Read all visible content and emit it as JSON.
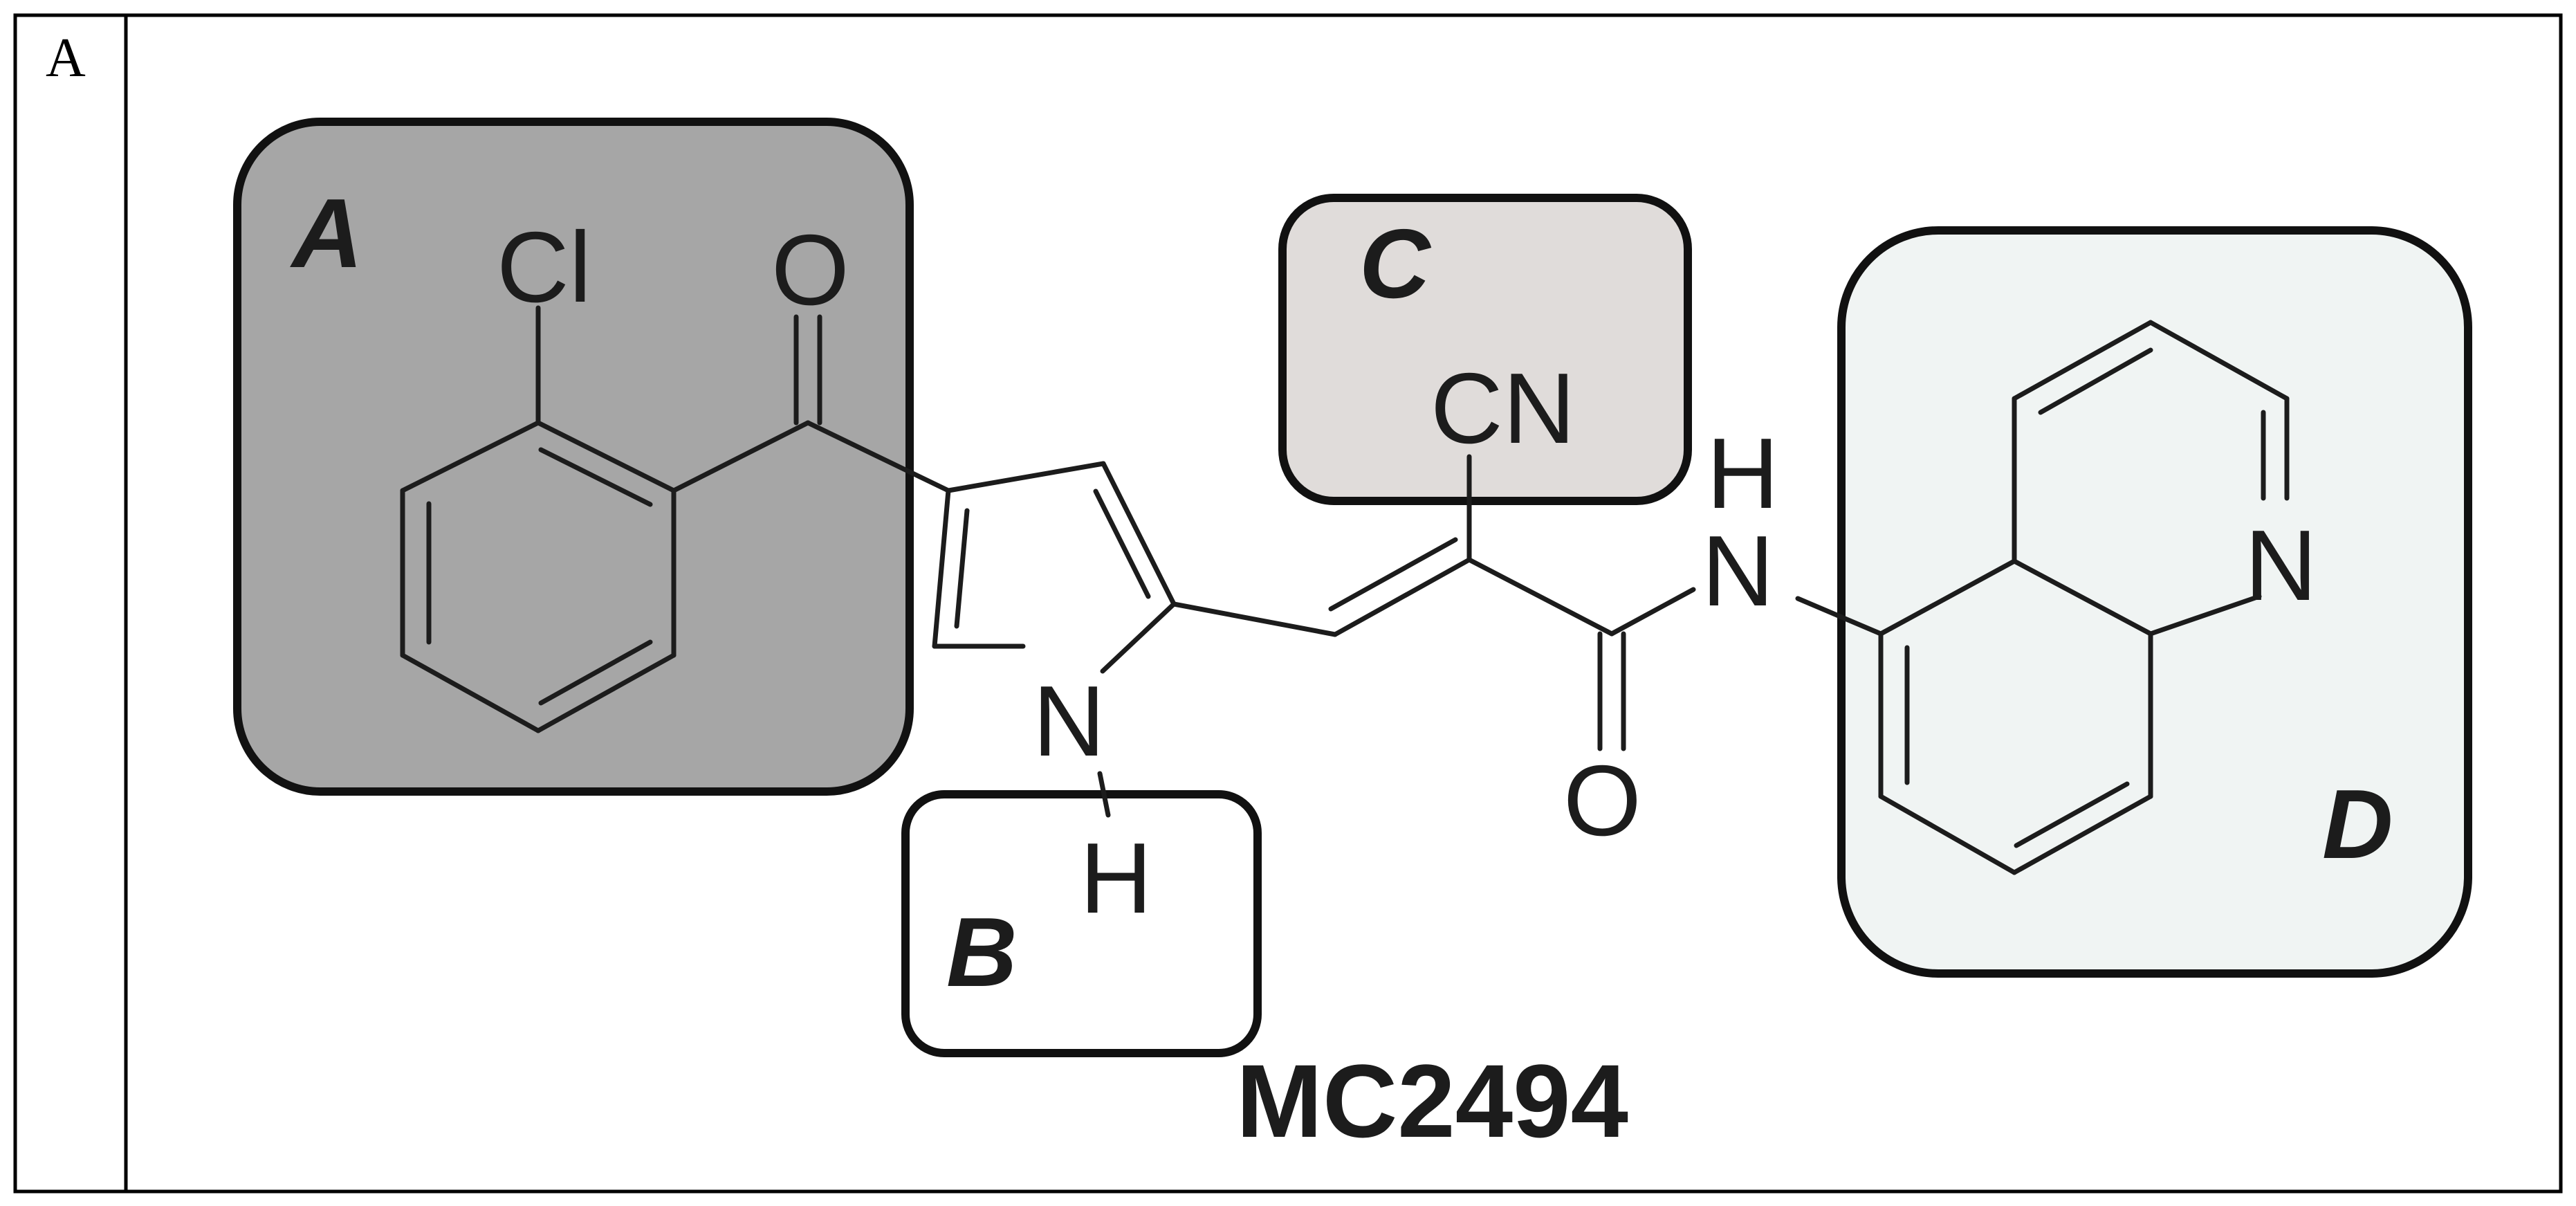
{
  "panel_label": "A",
  "regions": {
    "a": {
      "label": "A",
      "fill": "#a6a6a6"
    },
    "b": {
      "label": "B",
      "fill": "#ffffff"
    },
    "c": {
      "label": "C",
      "fill": "#e0dcda"
    },
    "d": {
      "label": "D",
      "fill": "#f0f4f3"
    }
  },
  "atoms": {
    "chlorine": "Cl",
    "ketone_oxygen": "O",
    "pyrrole_nitrogen": "N",
    "pyrrole_hydrogen": "H",
    "nitrile": "CN",
    "amide_nitrogen": "N",
    "amide_hydrogen": "H",
    "amide_oxygen": "O",
    "quinoline_nitrogen": "N"
  },
  "compound_name": "MC2494"
}
